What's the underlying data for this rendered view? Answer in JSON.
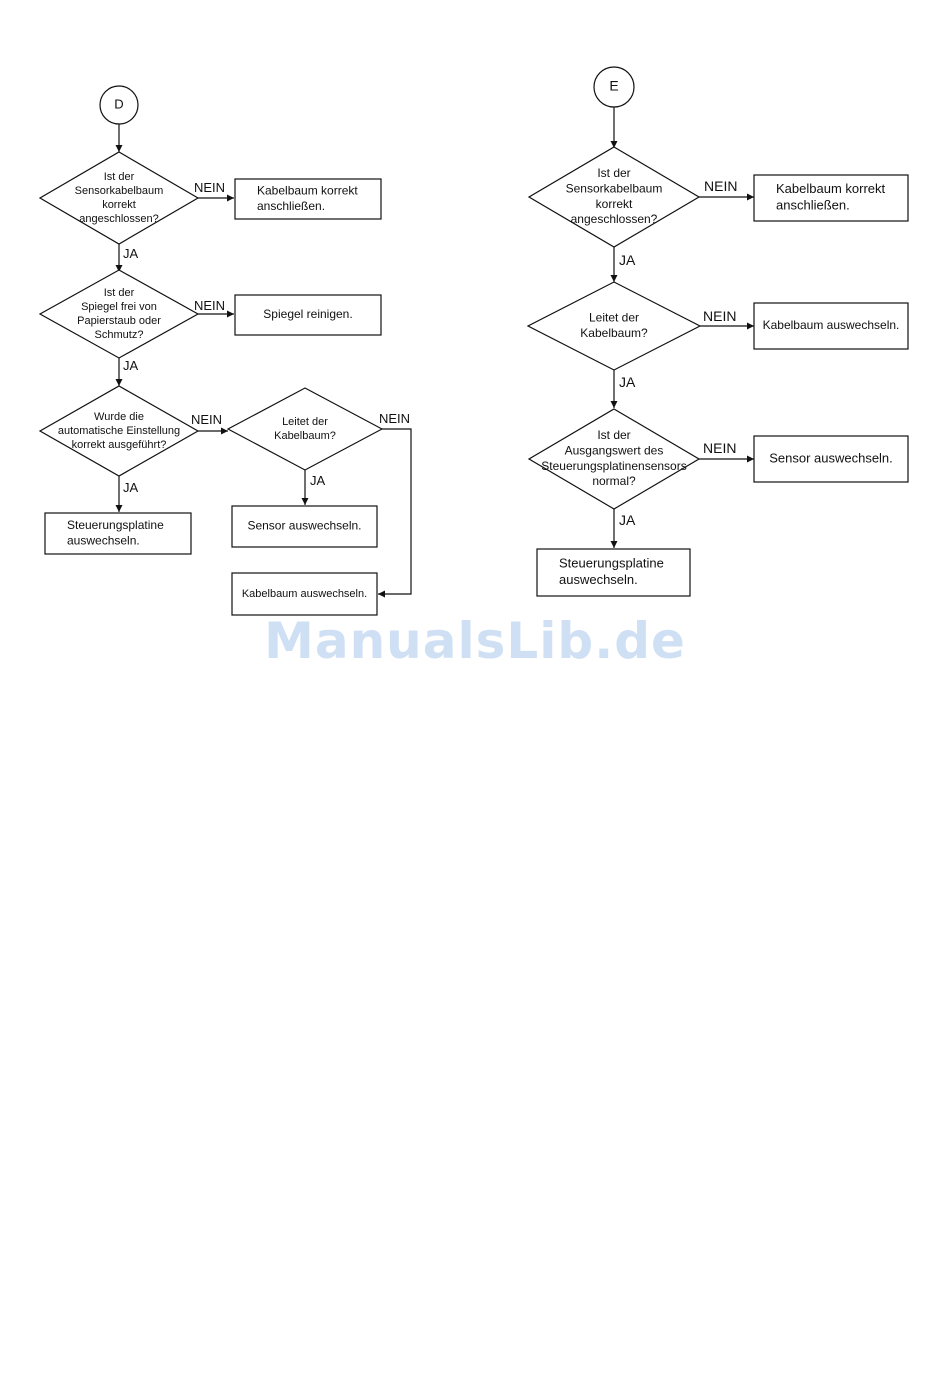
{
  "watermark": "ManualsLib.de",
  "flow_d": {
    "start": "D",
    "q1": [
      "Ist der",
      "Sensorkabelbaum",
      "korrekt",
      "angeschlossen?"
    ],
    "q2": [
      "Ist der",
      "Spiegel frei von",
      "Papierstaub oder",
      "Schmutz?"
    ],
    "q3": [
      "Wurde die",
      "automatische Einstellung",
      "korrekt ausgeführt?"
    ],
    "q4": [
      "Leitet der",
      "Kabelbaum?"
    ],
    "box_reconnect": [
      "Kabelbaum korrekt",
      "anschließen."
    ],
    "box_clean_mirror": [
      "Spiegel reinigen."
    ],
    "box_replace_board": [
      "Steuerungsplatine",
      "auswechseln."
    ],
    "box_replace_sensor": [
      "Sensor auswechseln."
    ],
    "box_replace_harness": [
      "Kabelbaum auswechseln."
    ],
    "labels": {
      "yes": "JA",
      "no": "NEIN"
    }
  },
  "flow_e": {
    "start": "E",
    "q1": [
      "Ist der",
      "Sensorkabelbaum",
      "korrekt",
      "angeschlossen?"
    ],
    "q2": [
      "Leitet der",
      "Kabelbaum?"
    ],
    "q3": [
      "Ist der",
      "Ausgangswert des",
      "Steuerungsplatinensensors",
      "normal?"
    ],
    "box_reconnect": [
      "Kabelbaum korrekt",
      "anschließen."
    ],
    "box_replace_harness": [
      "Kabelbaum auswechseln."
    ],
    "box_replace_sensor": [
      "Sensor auswechseln."
    ],
    "box_replace_board": [
      "Steuerungsplatine",
      "auswechseln."
    ],
    "labels": {
      "yes": "JA",
      "no": "NEIN"
    }
  }
}
